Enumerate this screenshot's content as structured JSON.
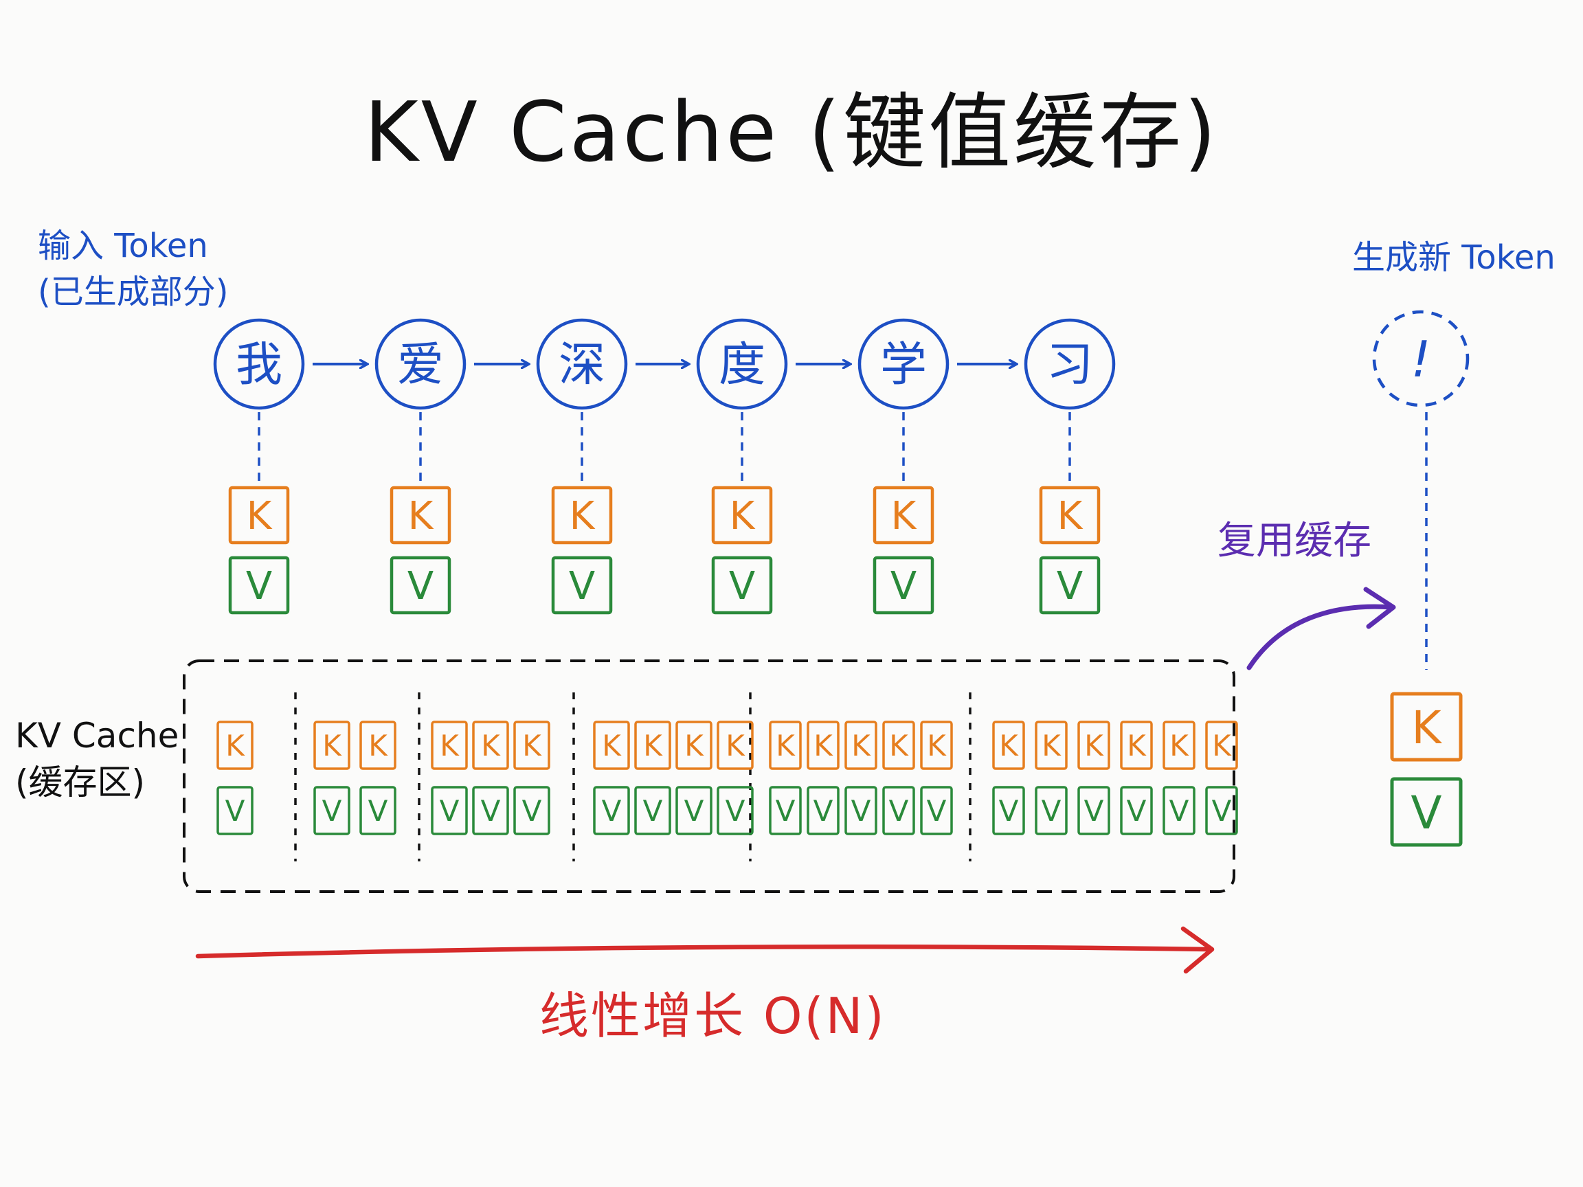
{
  "title": "KV Cache (键值缓存)",
  "input_label": {
    "line1": "输入 Token",
    "line2": "(已生成部分)"
  },
  "output_label": "生成新 Token",
  "tokens": [
    "我",
    "爱",
    "深",
    "度",
    "学",
    "习"
  ],
  "new_token": "!",
  "key_letter": "K",
  "value_letter": "V",
  "cache_label": {
    "line1": "KV Cache",
    "line2": "(缓存区)"
  },
  "reuse_label": "复用缓存",
  "growth_label": "线性增长 O(N)",
  "colors": {
    "token": "#1d4fc4",
    "key": "#e67e1e",
    "value": "#2a8a3a",
    "cache_border": "#111111",
    "reuse_arrow": "#5b2db0",
    "growth_arrow": "#d62b2b"
  }
}
